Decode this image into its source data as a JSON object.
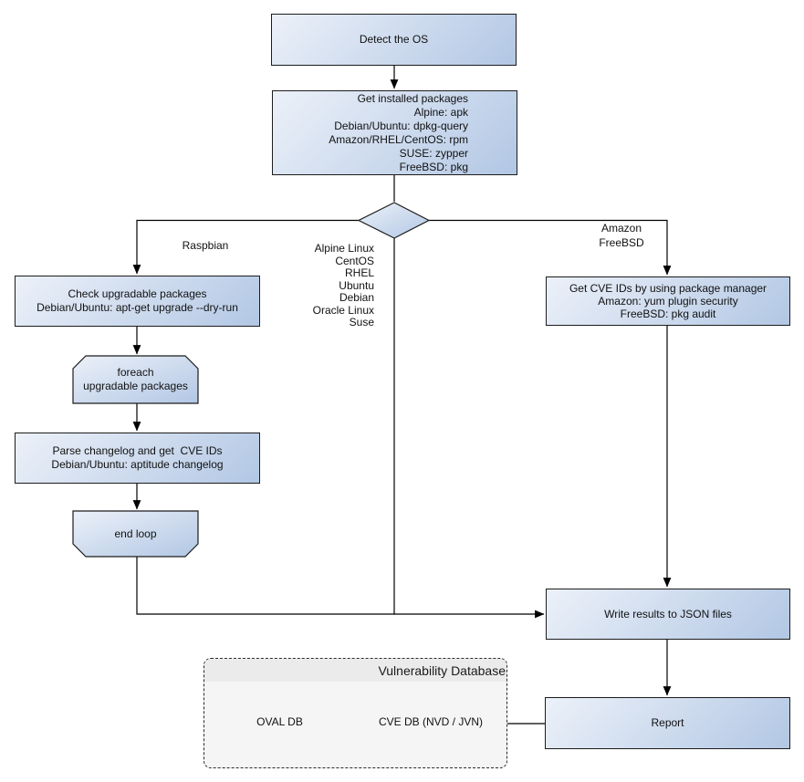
{
  "flowchart": {
    "nodes": {
      "detect_os": {
        "label": "Detect the OS"
      },
      "get_installed_packages": {
        "lines": [
          "Get installed packages",
          "Alpine: apk",
          "Debian/Ubuntu: dpkg-query",
          "Amazon/RHEL/CentOS: rpm",
          "SUSE: zypper",
          "FreeBSD: pkg"
        ]
      },
      "check_upgradable": {
        "lines": [
          "Check upgradable packages",
          "Debian/Ubuntu: apt-get upgrade --dry-run"
        ]
      },
      "foreach_loop": {
        "lines": [
          "foreach",
          "upgradable  packages"
        ]
      },
      "parse_changelog": {
        "lines": [
          "Parse changelog and get  CVE IDs",
          "Debian/Ubuntu: aptitude changelog"
        ]
      },
      "end_loop": {
        "label": "end loop"
      },
      "get_cve_ids": {
        "lines": [
          "Get CVE IDs by using package manager",
          "Amazon: yum plugin security",
          "FreeBSD: pkg audit"
        ]
      },
      "write_results": {
        "label": "Write results to JSON files"
      },
      "report": {
        "label": "Report"
      }
    },
    "branch_labels": {
      "left": "Raspbian",
      "middle": [
        "Alpine Linux",
        "CentOS",
        "RHEL",
        "Ubuntu",
        "Debian",
        "Oracle Linux",
        "Suse"
      ],
      "right": [
        "Amazon",
        "FreeBSD"
      ]
    },
    "vulnerability_database": {
      "title": "Vulnerability Database",
      "oval_db": "OVAL DB",
      "cve_db": "CVE DB (NVD / JVN)"
    }
  },
  "colors": {
    "node_gradient_start": "#ecf1f9",
    "node_gradient_end": "#b2c7e4",
    "node_border": "#1c1c1c",
    "connector": "#000000",
    "db_container_bg": "#f5f5f5",
    "db_container_header": "#ebebeb"
  }
}
